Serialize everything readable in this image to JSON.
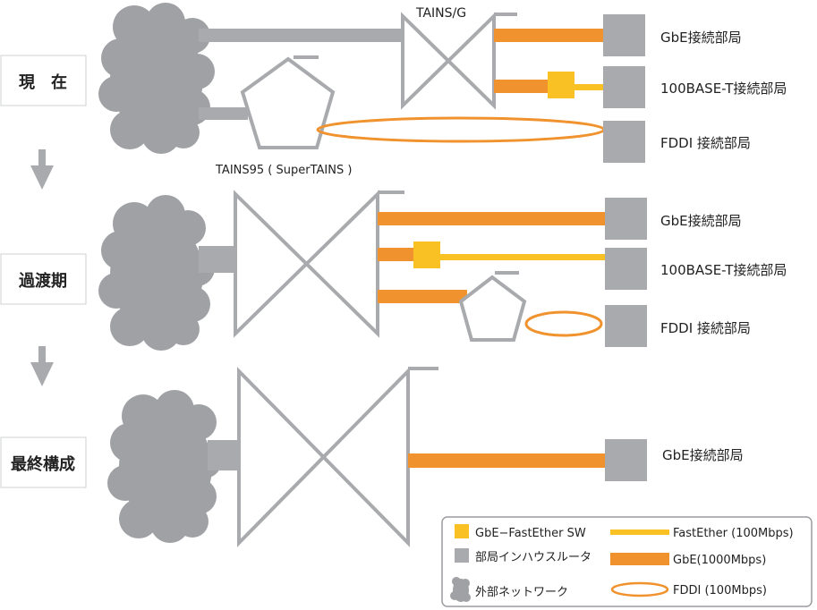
{
  "colors": {
    "gray": "#a8aaad",
    "orange": "#f0922d",
    "yellow": "#f9c123",
    "cloud": "#9fa1a4",
    "text": "#222222"
  },
  "stages": [
    {
      "label": "現　在"
    },
    {
      "label": "過渡期"
    },
    {
      "label": "最終構成"
    }
  ],
  "routers": {
    "tains_g": "TAINS/G",
    "tains95": "TAINS95 ( SuperTAINS )"
  },
  "stations": {
    "gbe": "GbE接続部局",
    "base100": "100BASE-T接続部局",
    "fddi": "FDDI 接続部局"
  },
  "legend": {
    "sw": "GbE−FastEther SW",
    "router": "部局インハウスルータ",
    "external": "外部ネットワーク",
    "fastether": "FastEther (100Mbps)",
    "gbe": "GbE(1000Mbps)",
    "fddi": "FDDI (100Mbps)"
  },
  "icons": {
    "arrow": "down-arrow-icon",
    "cloud": "cloud-icon",
    "pentagon": "pentagon-router-icon",
    "bowtie": "bowtie-router-icon"
  }
}
